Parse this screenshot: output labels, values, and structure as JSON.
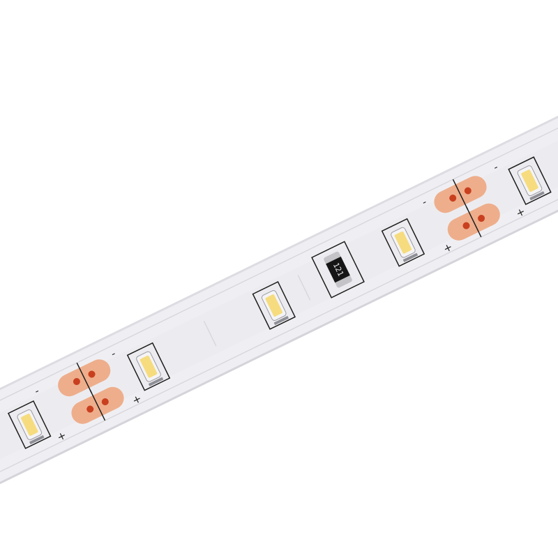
{
  "colors": {
    "background": "#ffffff",
    "strip": "#efeff3",
    "strip_edge": "#dcdce2",
    "copper_pad": "#eeae8c",
    "solder_dot": "#c9401f",
    "led_phosphor": "#f6dc7e",
    "led_frame": "#f4f4f6",
    "resistor_body": "#161616",
    "outline": "#1d1d1d"
  },
  "strip": {
    "resistor_code": "121",
    "polarity_minus": "-",
    "polarity_plus": "+",
    "led_count": 5,
    "pad_group_count": 2
  }
}
